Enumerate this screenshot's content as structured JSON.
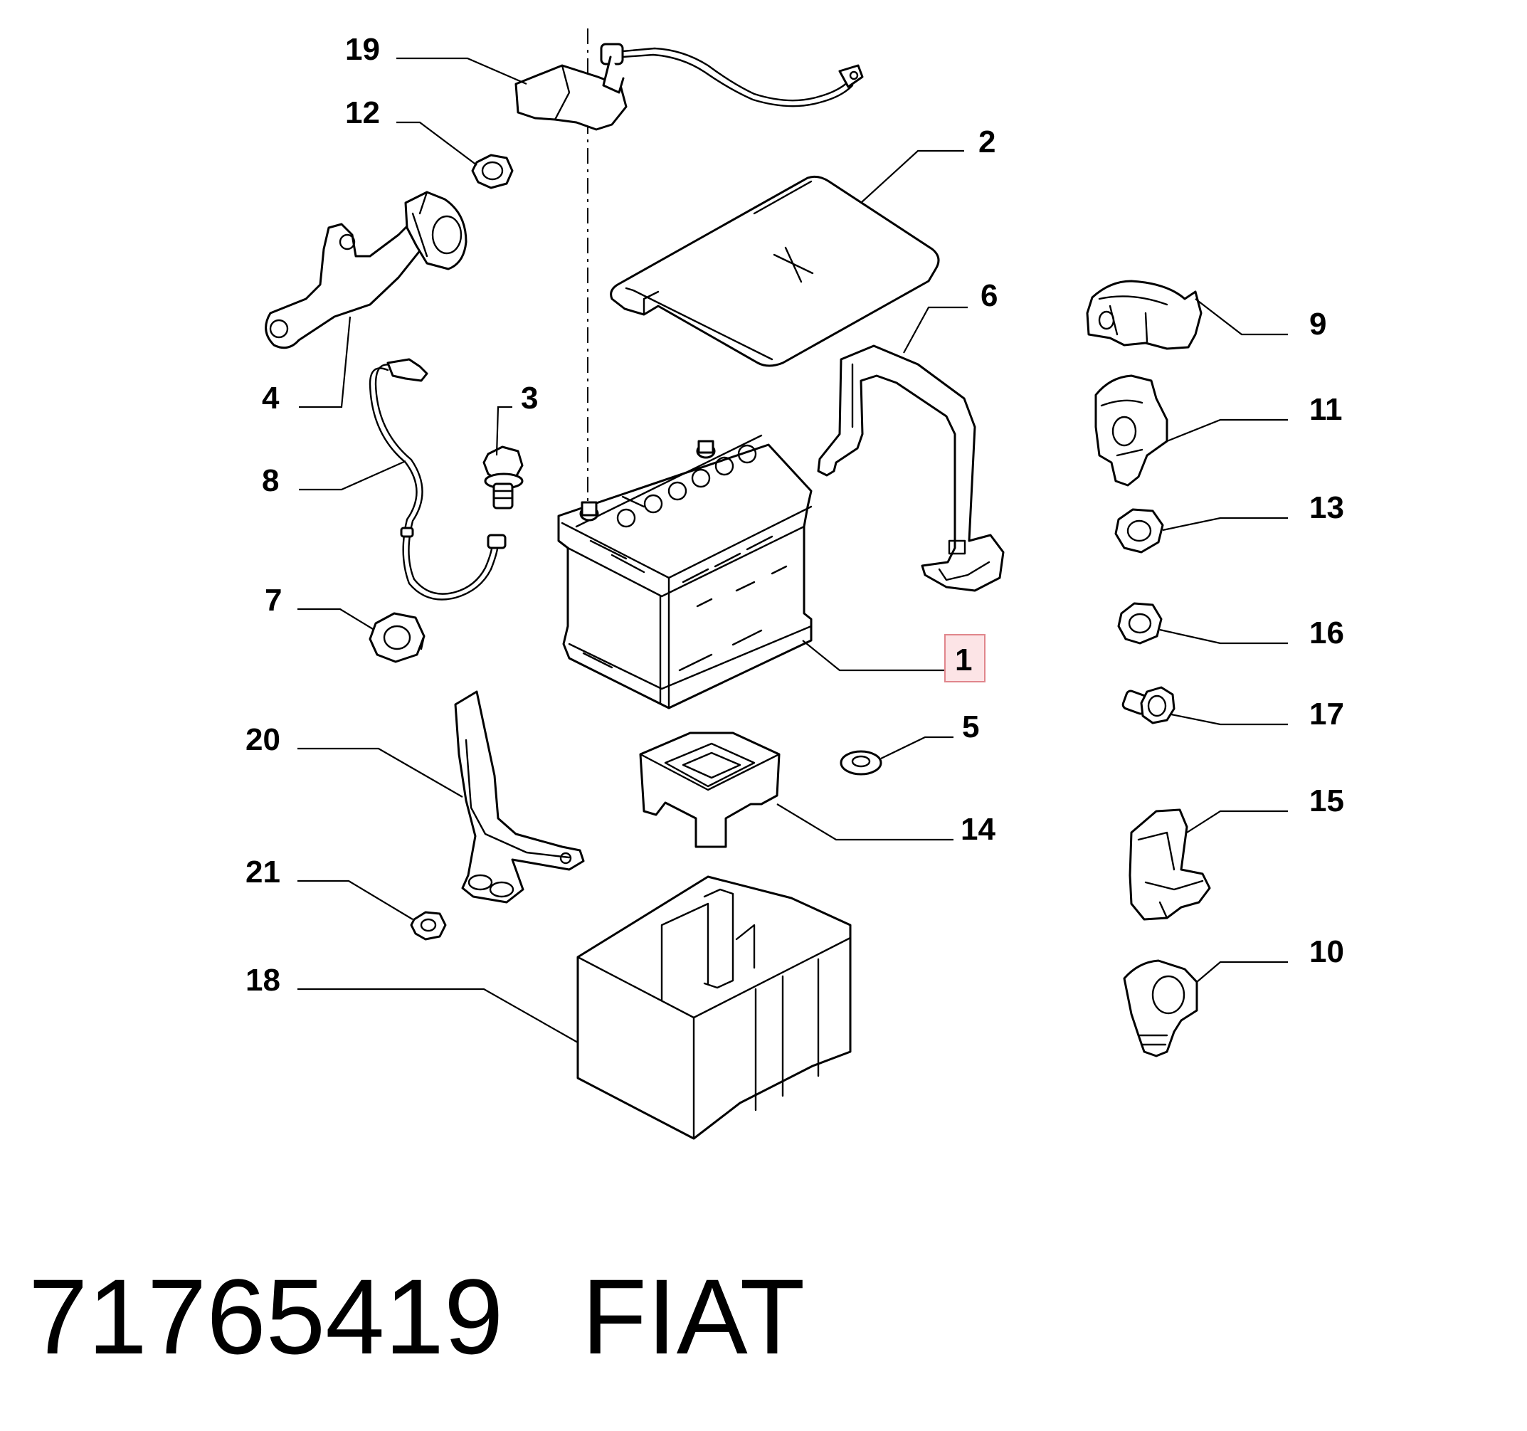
{
  "caption": {
    "part_number": "71765419",
    "brand": "FIAT"
  },
  "highlighted_callout": "1",
  "colors": {
    "highlight_border": "#e0868c",
    "highlight_fill": "#fce4e6"
  },
  "callouts": {
    "c1": "1",
    "c2": "2",
    "c3": "3",
    "c4": "4",
    "c5": "5",
    "c6": "6",
    "c7": "7",
    "c8": "8",
    "c9": "9",
    "c10": "10",
    "c11": "11",
    "c12": "12",
    "c13": "13",
    "c14": "14",
    "c15": "15",
    "c16": "16",
    "c17": "17",
    "c18": "18",
    "c19": "19",
    "c20": "20",
    "c21": "21"
  }
}
